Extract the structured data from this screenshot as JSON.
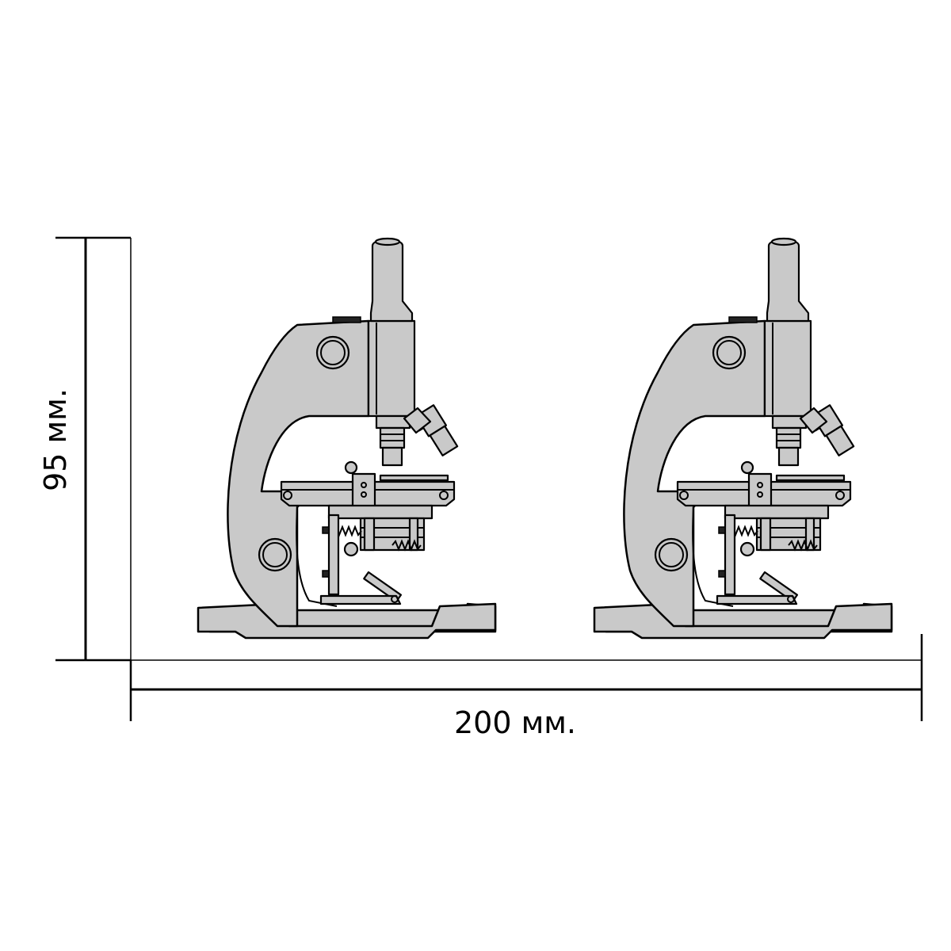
{
  "dimensions": {
    "height_label": "95 мм.",
    "width_label": "200 мм."
  },
  "colors": {
    "line": "#000000",
    "scope_fill": "#c9c9c9",
    "background": "#ffffff"
  },
  "microscopes": [
    {
      "name": "microscope-left"
    },
    {
      "name": "microscope-right"
    }
  ]
}
